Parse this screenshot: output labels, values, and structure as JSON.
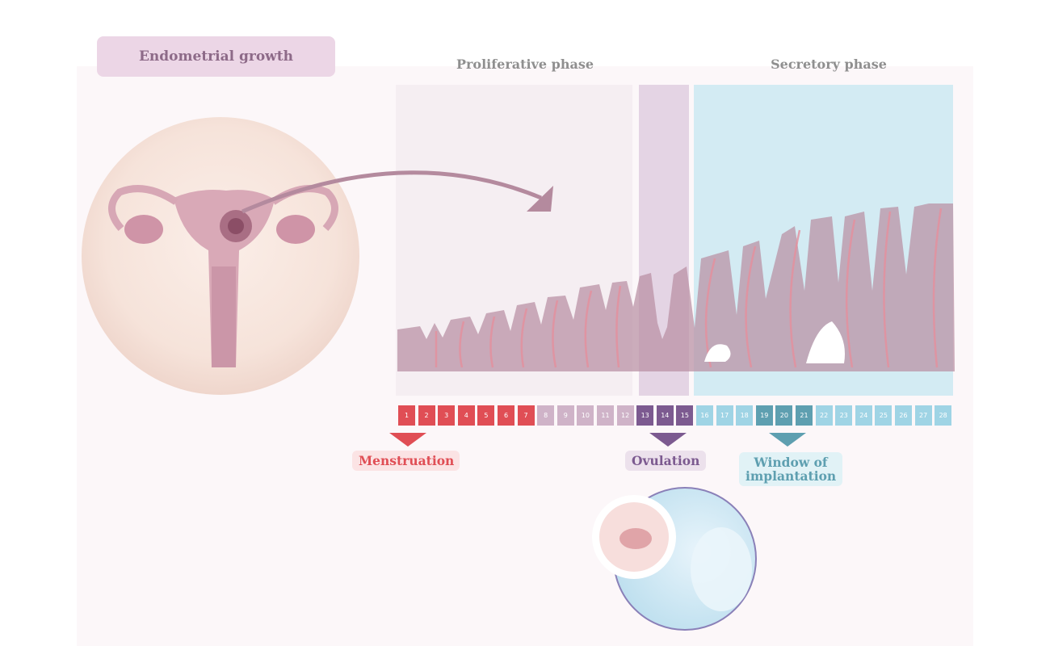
{
  "title": "Endometrial growth",
  "phases": [
    {
      "label": "Proliferative phase"
    },
    {
      "label": "Secretory phase"
    }
  ],
  "cycle_days": [
    "1",
    "2",
    "3",
    "4",
    "5",
    "6",
    "7",
    "8",
    "9",
    "10",
    "11",
    "12",
    "13",
    "14",
    "15",
    "16",
    "17",
    "18",
    "19",
    "20",
    "21",
    "22",
    "23",
    "24",
    "25",
    "26",
    "27",
    "28"
  ],
  "events": {
    "menstruation": {
      "label": "Menstruation",
      "color": "#e04e55",
      "days": [
        1,
        7
      ]
    },
    "ovulation": {
      "label": "Ovulation",
      "color": "#7c5a90",
      "days": [
        13,
        15
      ]
    },
    "implantation": {
      "label_line1": "Window of",
      "label_line2": "implantation",
      "color": "#5e9fb0",
      "days": [
        19,
        21
      ]
    }
  },
  "colors": {
    "menstruation_day": "#e04e55",
    "proliferative_day": "#cfb3c8",
    "ovulation_day": "#7c5a90",
    "secretory_day": "#9fd4e5",
    "implantation_day": "#5e9fb0",
    "proliferative_bg": "#f5eef2",
    "ovulation_bg": "#e4d4e4",
    "secretory_bg": "#d3ebf3",
    "tissue": "#b88fa2"
  }
}
